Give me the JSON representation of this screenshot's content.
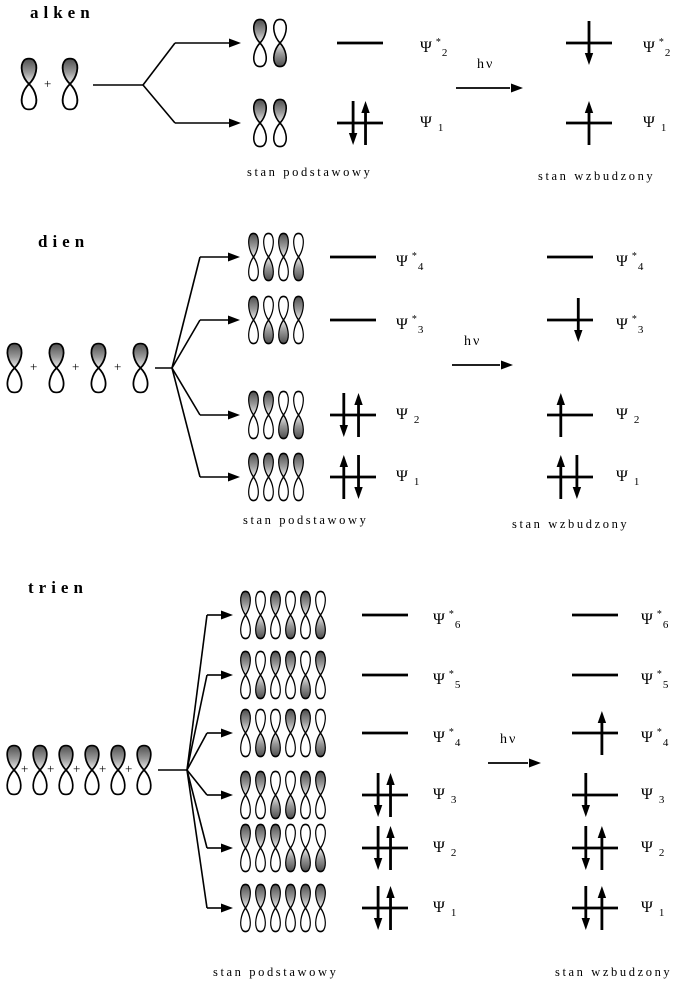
{
  "figure": {
    "background": "#ffffff",
    "ink": "#000000",
    "lobe_shaded_dark": "#4f4f4f",
    "lobe_shaded_light": "#efefef"
  },
  "sections": [
    {
      "id": "alken",
      "title": "alken",
      "plus_sign": "+",
      "orbital_count": 2,
      "hv_label": "hν",
      "ground_caption": "stan podstawowy",
      "excited_caption": "stan wzbudzony",
      "rows": [
        {
          "label": {
            "psi": "Ψ",
            "star": "*",
            "sub": "2"
          },
          "phases": [
            1,
            -1
          ],
          "ground": [],
          "excited": [
            {
              "dir": "down",
              "x": 0.5
            }
          ]
        },
        {
          "label": {
            "psi": "Ψ",
            "star": "",
            "sub": "1"
          },
          "phases": [
            1,
            1
          ],
          "ground": [
            {
              "dir": "down",
              "x": 0.35
            },
            {
              "dir": "up",
              "x": 0.62
            }
          ],
          "excited": [
            {
              "dir": "up",
              "x": 0.5
            }
          ]
        }
      ]
    },
    {
      "id": "dien",
      "title": "dien",
      "plus_sign": "+",
      "orbital_count": 4,
      "hv_label": "hν",
      "ground_caption": "stan podstawowy",
      "excited_caption": "stan wzbudzony",
      "rows": [
        {
          "label": {
            "psi": "Ψ",
            "star": "*",
            "sub": "4"
          },
          "phases": [
            1,
            -1,
            1,
            -1
          ],
          "ground": [],
          "excited": []
        },
        {
          "label": {
            "psi": "Ψ",
            "star": "*",
            "sub": "3"
          },
          "phases": [
            1,
            -1,
            -1,
            1
          ],
          "ground": [],
          "excited": [
            {
              "dir": "down",
              "x": 0.68
            }
          ]
        },
        {
          "label": {
            "psi": "Ψ",
            "star": "",
            "sub": "2"
          },
          "phases": [
            1,
            1,
            -1,
            -1
          ],
          "ground": [
            {
              "dir": "down",
              "x": 0.3
            },
            {
              "dir": "up",
              "x": 0.62
            }
          ],
          "excited": [
            {
              "dir": "up",
              "x": 0.3
            }
          ]
        },
        {
          "label": {
            "psi": "Ψ",
            "star": "",
            "sub": "1"
          },
          "phases": [
            1,
            1,
            1,
            1
          ],
          "ground": [
            {
              "dir": "up",
              "x": 0.3
            },
            {
              "dir": "down",
              "x": 0.62
            }
          ],
          "excited": [
            {
              "dir": "up",
              "x": 0.3
            },
            {
              "dir": "down",
              "x": 0.65
            }
          ]
        }
      ]
    },
    {
      "id": "trien",
      "title": "trien",
      "plus_sign": "+",
      "orbital_count": 6,
      "hv_label": "hν",
      "ground_caption": "stan podstawowy",
      "excited_caption": "stan wzbudzony",
      "rows": [
        {
          "label": {
            "psi": "Ψ",
            "star": "*",
            "sub": "6"
          },
          "phases": [
            1,
            -1,
            1,
            -1,
            1,
            -1
          ],
          "ground": [],
          "excited": []
        },
        {
          "label": {
            "psi": "Ψ",
            "star": "*",
            "sub": "5"
          },
          "phases": [
            1,
            -1,
            1,
            1,
            -1,
            1
          ],
          "ground": [],
          "excited": []
        },
        {
          "label": {
            "psi": "Ψ",
            "star": "*",
            "sub": "4"
          },
          "phases": [
            1,
            -1,
            -1,
            1,
            1,
            -1
          ],
          "ground": [],
          "excited": [
            {
              "dir": "up",
              "x": 0.65
            }
          ]
        },
        {
          "label": {
            "psi": "Ψ",
            "star": "",
            "sub": "3"
          },
          "phases": [
            1,
            1,
            -1,
            -1,
            1,
            1
          ],
          "ground": [
            {
              "dir": "down",
              "x": 0.35
            },
            {
              "dir": "up",
              "x": 0.62
            }
          ],
          "excited": [
            {
              "dir": "down",
              "x": 0.3
            }
          ]
        },
        {
          "label": {
            "psi": "Ψ",
            "star": "",
            "sub": "2"
          },
          "phases": [
            1,
            1,
            1,
            -1,
            -1,
            -1
          ],
          "ground": [
            {
              "dir": "down",
              "x": 0.35
            },
            {
              "dir": "up",
              "x": 0.62
            }
          ],
          "excited": [
            {
              "dir": "down",
              "x": 0.3
            },
            {
              "dir": "up",
              "x": 0.65
            }
          ]
        },
        {
          "label": {
            "psi": "Ψ",
            "star": "",
            "sub": "1"
          },
          "phases": [
            1,
            1,
            1,
            1,
            1,
            1
          ],
          "ground": [
            {
              "dir": "down",
              "x": 0.35
            },
            {
              "dir": "up",
              "x": 0.62
            }
          ],
          "excited": [
            {
              "dir": "down",
              "x": 0.3
            },
            {
              "dir": "up",
              "x": 0.65
            }
          ]
        }
      ]
    }
  ]
}
